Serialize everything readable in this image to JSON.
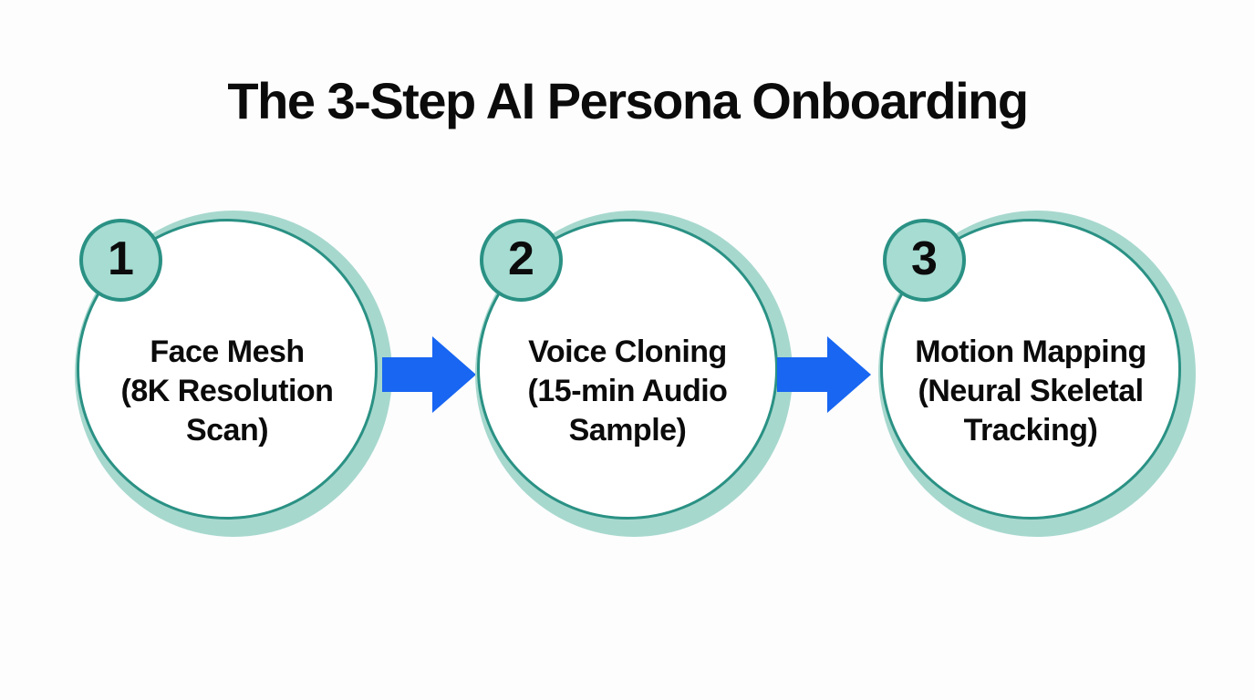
{
  "title": "The 3-Step AI Persona Onboarding",
  "colors": {
    "background": "#fdfdfd",
    "halo": "#a7d8ce",
    "ring": "#2a9184",
    "badge_fill": "#a6dcd2",
    "arrow": "#1866f2",
    "text": "#0b0b0b"
  },
  "steps": [
    {
      "number": "1",
      "name": "Face Mesh",
      "detail": "(8K Resolution Scan)"
    },
    {
      "number": "2",
      "name": "Voice Cloning",
      "detail": "(15-min Audio Sample)"
    },
    {
      "number": "3",
      "name": "Motion Mapping",
      "detail": "(Neural Skeletal Tracking)"
    }
  ],
  "connectors": [
    {
      "icon": "right-arrow"
    },
    {
      "icon": "right-arrow"
    }
  ]
}
